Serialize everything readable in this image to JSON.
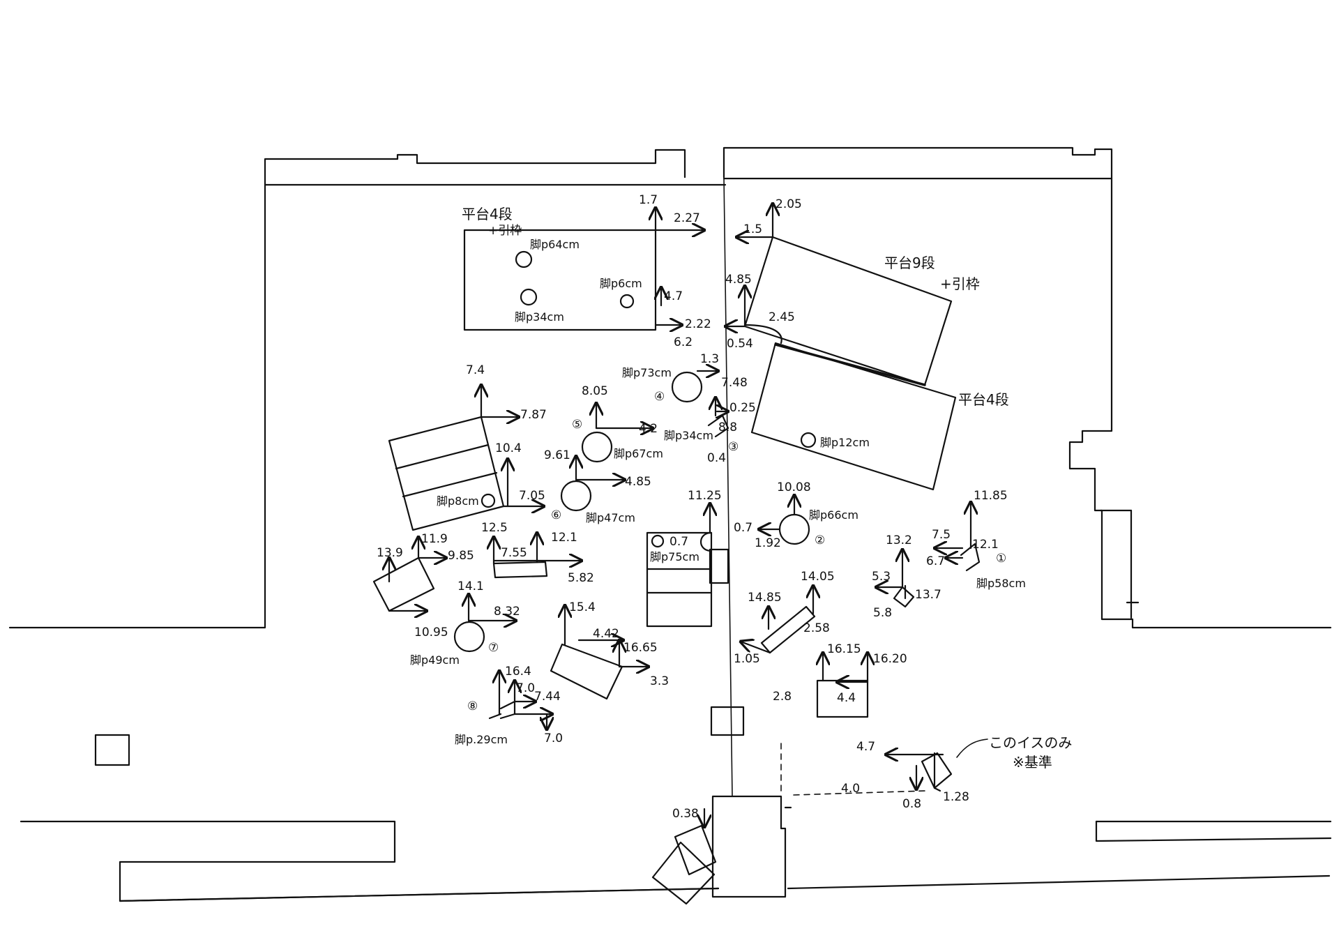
{
  "labels": {
    "stage_top_left": "平台4段",
    "stage_top_left_sub": "+引枠",
    "stage_right_top": "平台9段",
    "stage_right_top_sub": "+引枠",
    "stage_right_bottom": "平台4段",
    "chair_note": "このイスのみ",
    "chair_note_sub": "※基準"
  },
  "legs": {
    "p64": "脚p64cm",
    "p6": "脚p6cm",
    "p34a": "脚p34cm",
    "p73": "脚p73cm",
    "p34b": "脚p34cm",
    "p67": "脚p67cm",
    "p12": "脚p12cm",
    "p8": "脚p8cm",
    "p47": "脚p47cm",
    "p66": "脚p66cm",
    "p75": "脚p75cm",
    "p58": "脚p58cm",
    "p49": "脚p49cm",
    "p29": "脚p.29cm"
  },
  "markers": [
    "①",
    "②",
    "③",
    "④",
    "⑤",
    "⑥",
    "⑦",
    "⑧"
  ],
  "dims": {
    "d1": "1.7",
    "d2": "2.27",
    "d3": "4.7",
    "d4": "2.22",
    "d5": "2.05",
    "d6": "1.5",
    "d7": "4.85",
    "d8": "2.45",
    "d9": "0.54",
    "d10": "6.2",
    "d11": "1.3",
    "d12": "7.48",
    "d13": "0.25",
    "d14": "8.8",
    "d15": "0.4",
    "d16": "7.4",
    "d17": "7.87",
    "d18": "8.05",
    "d19": "4.2",
    "d20": "10.4",
    "d21": "9.61",
    "d22": "4.85",
    "d23": "7.05",
    "d24": "11.25",
    "d25": "0.7",
    "d26": "10.08",
    "d27": "1.92",
    "d28": "0.7",
    "d29": "11.85",
    "d30": "13.2",
    "d31": "7.5",
    "d32": "12.1",
    "d33": "6.7",
    "d34": "5.3",
    "d35": "13.7",
    "d36": "5.8",
    "d37": "13.9",
    "d38": "11.9",
    "d39": "9.85",
    "d40": "12.5",
    "d41": "7.55",
    "d42": "12.1",
    "d43": "5.82",
    "d44": "14.1",
    "d45": "8.32",
    "d46": "10.95",
    "d47": "15.4",
    "d48": "4.42",
    "d49": "16.65",
    "d50": "3.3",
    "d51": "16.4",
    "d52": "7.0",
    "d53": "7.44",
    "d54": "7.0",
    "d55": "14.85",
    "d56": "14.05",
    "d57": "2.58",
    "d58": "1.05",
    "d59": "16.15",
    "d60": "16.20",
    "d61": "2.8",
    "d62": "4.4",
    "d63": "4.7",
    "d64": "4.0",
    "d65": "0.8",
    "d66": "1.28",
    "d67": "0.38"
  }
}
